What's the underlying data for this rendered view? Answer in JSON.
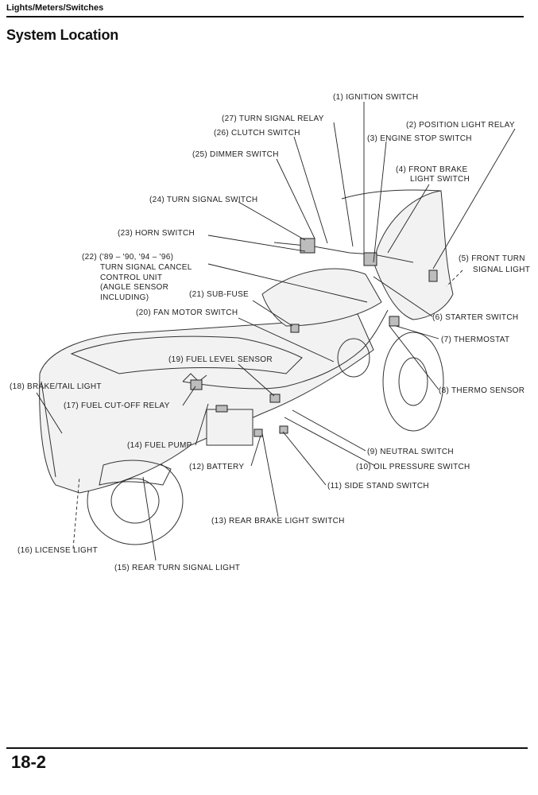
{
  "header": {
    "section": "Lights/Meters/Switches",
    "title": "System Location"
  },
  "footer": {
    "page_number": "18-2"
  },
  "callouts": [
    {
      "id": "c1",
      "text": "(1) IGNITION SWITCH"
    },
    {
      "id": "c2",
      "text": "(2) POSITION LIGHT RELAY"
    },
    {
      "id": "c3",
      "text": "(3) ENGINE STOP SWITCH"
    },
    {
      "id": "c4a",
      "text": "(4) FRONT BRAKE"
    },
    {
      "id": "c4b",
      "text": "LIGHT SWITCH"
    },
    {
      "id": "c5a",
      "text": "(5) FRONT TURN"
    },
    {
      "id": "c5b",
      "text": "SIGNAL LIGHT"
    },
    {
      "id": "c6",
      "text": "(6) STARTER SWITCH"
    },
    {
      "id": "c7",
      "text": "(7) THERMOSTAT"
    },
    {
      "id": "c8",
      "text": "(8) THERMO SENSOR"
    },
    {
      "id": "c9",
      "text": "(9) NEUTRAL SWITCH"
    },
    {
      "id": "c10",
      "text": "(10) OIL PRESSURE SWITCH"
    },
    {
      "id": "c11",
      "text": "(11) SIDE STAND SWITCH"
    },
    {
      "id": "c12",
      "text": "(12) BATTERY"
    },
    {
      "id": "c13",
      "text": "(13) REAR BRAKE LIGHT SWITCH"
    },
    {
      "id": "c14",
      "text": "(14) FUEL PUMP"
    },
    {
      "id": "c15",
      "text": "(15) REAR TURN SIGNAL LIGHT"
    },
    {
      "id": "c16",
      "text": "(16) LICENSE LIGHT"
    },
    {
      "id": "c17",
      "text": "(17) FUEL CUT-OFF RELAY"
    },
    {
      "id": "c18",
      "text": "(18) BRAKE/TAIL LIGHT"
    },
    {
      "id": "c19",
      "text": "(19) FUEL LEVEL SENSOR"
    },
    {
      "id": "c20",
      "text": "(20) FAN MOTOR SWITCH"
    },
    {
      "id": "c21",
      "text": "(21) SUB-FUSE"
    },
    {
      "id": "c22a",
      "text": "(22) ('89 – '90, '94 – '96)"
    },
    {
      "id": "c22b",
      "text": "TURN SIGNAL CANCEL"
    },
    {
      "id": "c22c",
      "text": "CONTROL UNIT"
    },
    {
      "id": "c22d",
      "text": "(ANGLE SENSOR"
    },
    {
      "id": "c22e",
      "text": "INCLUDING)"
    },
    {
      "id": "c23",
      "text": "(23) HORN SWITCH"
    },
    {
      "id": "c24",
      "text": "(24) TURN SIGNAL SWITCH"
    },
    {
      "id": "c25",
      "text": "(25) DIMMER SWITCH"
    },
    {
      "id": "c26",
      "text": "(26) CLUTCH SWITCH"
    },
    {
      "id": "c27",
      "text": "(27) TURN SIGNAL RELAY"
    }
  ]
}
